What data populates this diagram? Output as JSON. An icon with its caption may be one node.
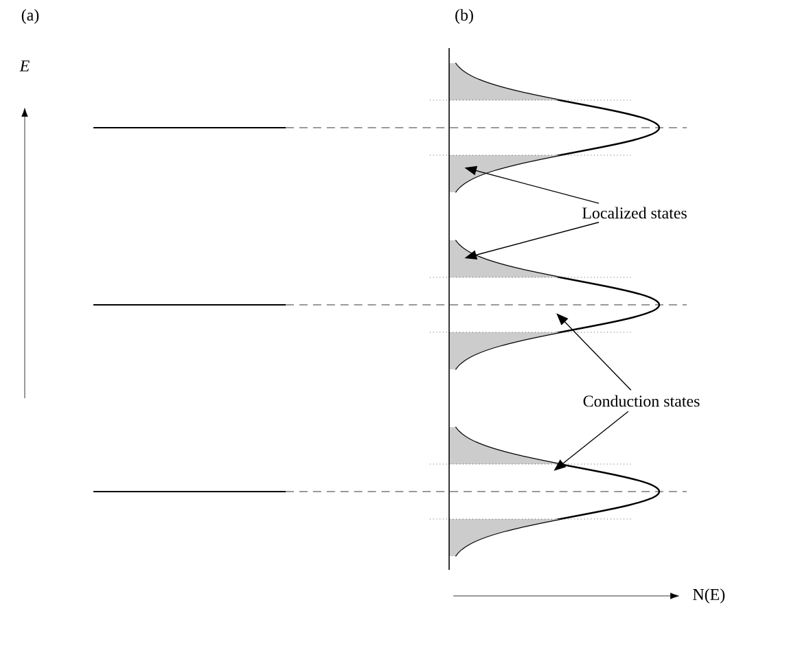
{
  "diagram": {
    "nodes": [
      {
        "text": [
          "Localized states"
        ]
      },
      {
        "text": [
          "Conduction states"
        ]
      },
      {
        "text": [],
        "shape": "curve"
      },
      {
        "text": [],
        "shape": "curve"
      },
      {
        "text": [],
        "shape": "curve"
      },
      {
        "text": [],
        "shape": "area",
        "in": 2
      },
      {
        "text": [],
        "shape": "area",
        "in": 2
      },
      {
        "text": [],
        "shape": "area",
        "in": 3
      },
      {
        "text": [],
        "shape": "area",
        "in": 3
      },
      {
        "text": [],
        "shape": "area",
        "in": 4
      },
      {
        "text": [],
        "shape": "area",
        "in": 4
      }
    ],
    "edges": [
      {
        "from": 0,
        "to": 6,
        "arrow": "to"
      },
      {
        "from": 0,
        "to": 7,
        "arrow": "to"
      },
      {
        "from": 1,
        "to": 3,
        "arrow": "to"
      },
      {
        "from": 1,
        "to": 4,
        "arrow": "to"
      }
    ],
    "labels": [
      "(a)",
      "(b)",
      "E",
      "N(E)"
    ]
  }
}
